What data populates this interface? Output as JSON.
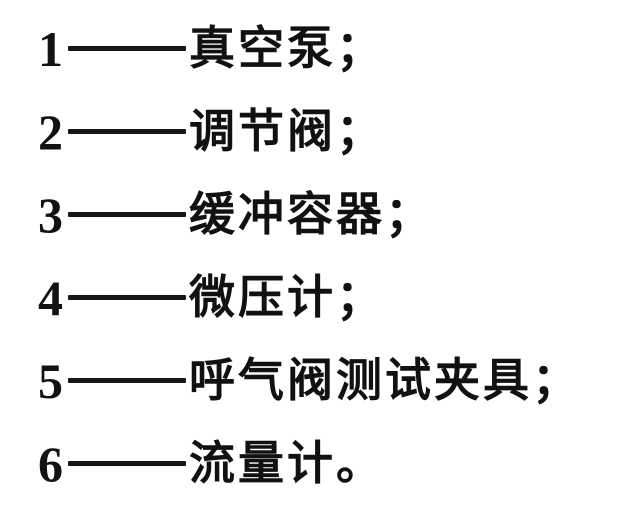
{
  "page": {
    "background_color": "#ffffff",
    "text_color": "#111111"
  },
  "legend": {
    "items": [
      {
        "number": "1",
        "label": "真空泵",
        "punctuation": "；"
      },
      {
        "number": "2",
        "label": "调节阀",
        "punctuation": "；"
      },
      {
        "number": "3",
        "label": "缓冲容器",
        "punctuation": "；"
      },
      {
        "number": "4",
        "label": "微压计",
        "punctuation": "；"
      },
      {
        "number": "5",
        "label": "呼气阀测试夹具",
        "punctuation": "；"
      },
      {
        "number": "6",
        "label": "流量计",
        "punctuation": "。"
      }
    ]
  }
}
